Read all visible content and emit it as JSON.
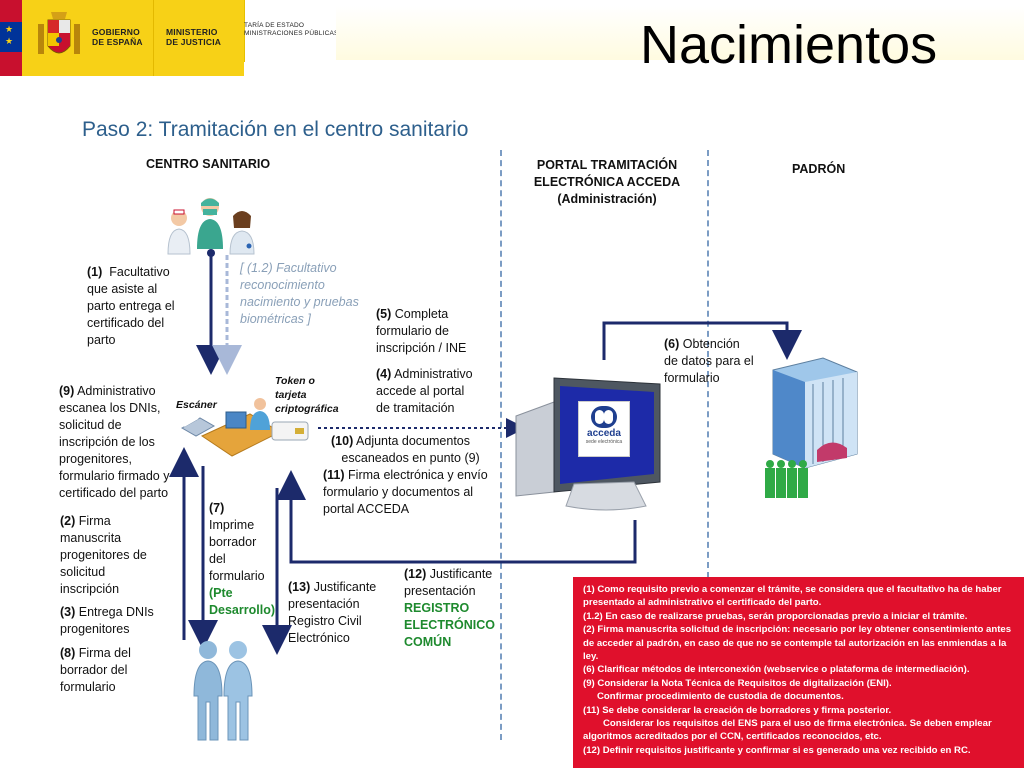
{
  "header": {
    "gov_line1": "GOBIERNO",
    "gov_line2": "DE ESPAÑA",
    "min_line1": "MINISTERIO",
    "min_line2": "DE JUSTICIA",
    "sec_line1": "TARÍA DE ESTADO",
    "sec_line2": "MINISTRACIONES PÚBLICAS"
  },
  "title": "Nacimientos",
  "subtitle": "Paso 2: Tramitación en el centro sanitario",
  "columns": {
    "centro": "CENTRO SANITARIO",
    "portal_1": "PORTAL TRAMITACIÓN",
    "portal_2": "ELECTRÓNICA ACCEDA",
    "portal_3": "(Administración)",
    "padron": "PADRÓN"
  },
  "steps": {
    "s1_num": "(1)",
    "s1_l1": "Facultativo",
    "s1_l2": "que asiste al",
    "s1_l3": "parto entrega el",
    "s1_l4": "certificado del",
    "s1_l5": "parto",
    "s12b_l1": "[ (1.2) Facultativo",
    "s12b_l2": "reconocimiento",
    "s12b_l3": "nacimiento y pruebas",
    "s12b_l4": "biométricas ]",
    "s5_num": "(5)",
    "s5_l1": "Completa",
    "s5_l2": "formulario de",
    "s5_l3": "inscripción / INE",
    "s4_num": "(4)",
    "s4_l1": "Administrativo",
    "s4_l2": "accede al portal",
    "s4_l3": "de tramitación",
    "s6_num": "(6)",
    "s6_l1": "Obtención",
    "s6_l2": "de datos para el",
    "s6_l3": "formulario",
    "s9_num": "(9)",
    "s9_l1": "Administrativo",
    "s9_l2": "escanea los DNIs,",
    "s9_l3": "solicitud de",
    "s9_l4": "inscripción de los",
    "s9_l5": "progenitores,",
    "s9_l6": "formulario firmado y",
    "s9_l7": "certificado del parto",
    "escaner": "Escáner",
    "token_l1": "Token o",
    "token_l2": "tarjeta",
    "token_l3": "criptográfica",
    "s10_num": "(10)",
    "s10_l1": "Adjunta documentos",
    "s10_l2": "escaneados en punto (9)",
    "s11_num": "(11)",
    "s11_l1": "Firma electrónica  y envío",
    "s11_l2": "formulario y documentos al",
    "s11_l3": "portal ACCEDA",
    "s2_num": "(2)",
    "s2_l1": "Firma",
    "s2_l2": "manuscrita",
    "s2_l3": "progenitores de",
    "s2_l4": "solicitud",
    "s2_l5": "inscripción",
    "s7_num": "(7)",
    "s7_l1": "Imprime",
    "s7_l2": "borrador",
    "s7_l3": "del",
    "s7_l4": "formulario",
    "s7_g1": "(Pte",
    "s7_g2": "Desarrollo)",
    "s3_num": "(3)",
    "s3_l1": "Entrega DNIs",
    "s3_l2": "progenitores",
    "s8_num": "(8)",
    "s8_l1": "Firma del",
    "s8_l2": "borrador del",
    "s8_l3": "formulario",
    "s13_num": "(13)",
    "s13_l1": "Justificante",
    "s13_l2": "presentación",
    "s13_l3": "Registro Civil",
    "s13_l4": "Electrónico",
    "s12_num": "(12)",
    "s12_l1": "Justificante",
    "s12_l2": "presentación",
    "s12_g1": "REGISTRO",
    "s12_g2": "ELECTRÓNICO",
    "s12_g3": "COMÚN"
  },
  "acceda_logo": "acceda",
  "acceda_sub": "sede electrónica",
  "notes": [
    "(1) Como requisito previo a comenzar el trámite, se considera que el facultativo ha de haber presentado al administrativo el certificado del parto.",
    "(1.2) En caso de realizarse pruebas, serán proporcionadas previo a iniciar el trámite.",
    "(2) Firma manuscrita solicitud de inscripción: necesario por ley obtener consentimiento antes de acceder al padrón, en caso de que no se contemple tal autorización en las enmiendas a la ley.",
    "(6) Clarificar métodos de interconexión (webservice o plataforma de intermediación).",
    "(9) Considerar la Nota Técnica de Requisitos de digitalización (ENI).",
    "Confirmar procedimiento de custodia de documentos.",
    "(11) Se debe considerar la creación de borradores y firma posterior.",
    "Considerar los requisitos del ENS para el uso de firma electrónica. Se deben emplear algoritmos acreditados por el CCN, certificados reconocidos, etc.",
    "(12) Definir requisitos justificante y confirmar si es generado una vez recibido en RC."
  ],
  "colors": {
    "header_yellow": "#f7d117",
    "subtitle_blue": "#2d5f8c",
    "arrow_navy": "#1c2a6b",
    "arrow_light": "#a8b8d8",
    "note_red": "#e0102c",
    "green_text": "#1e8a2e"
  }
}
